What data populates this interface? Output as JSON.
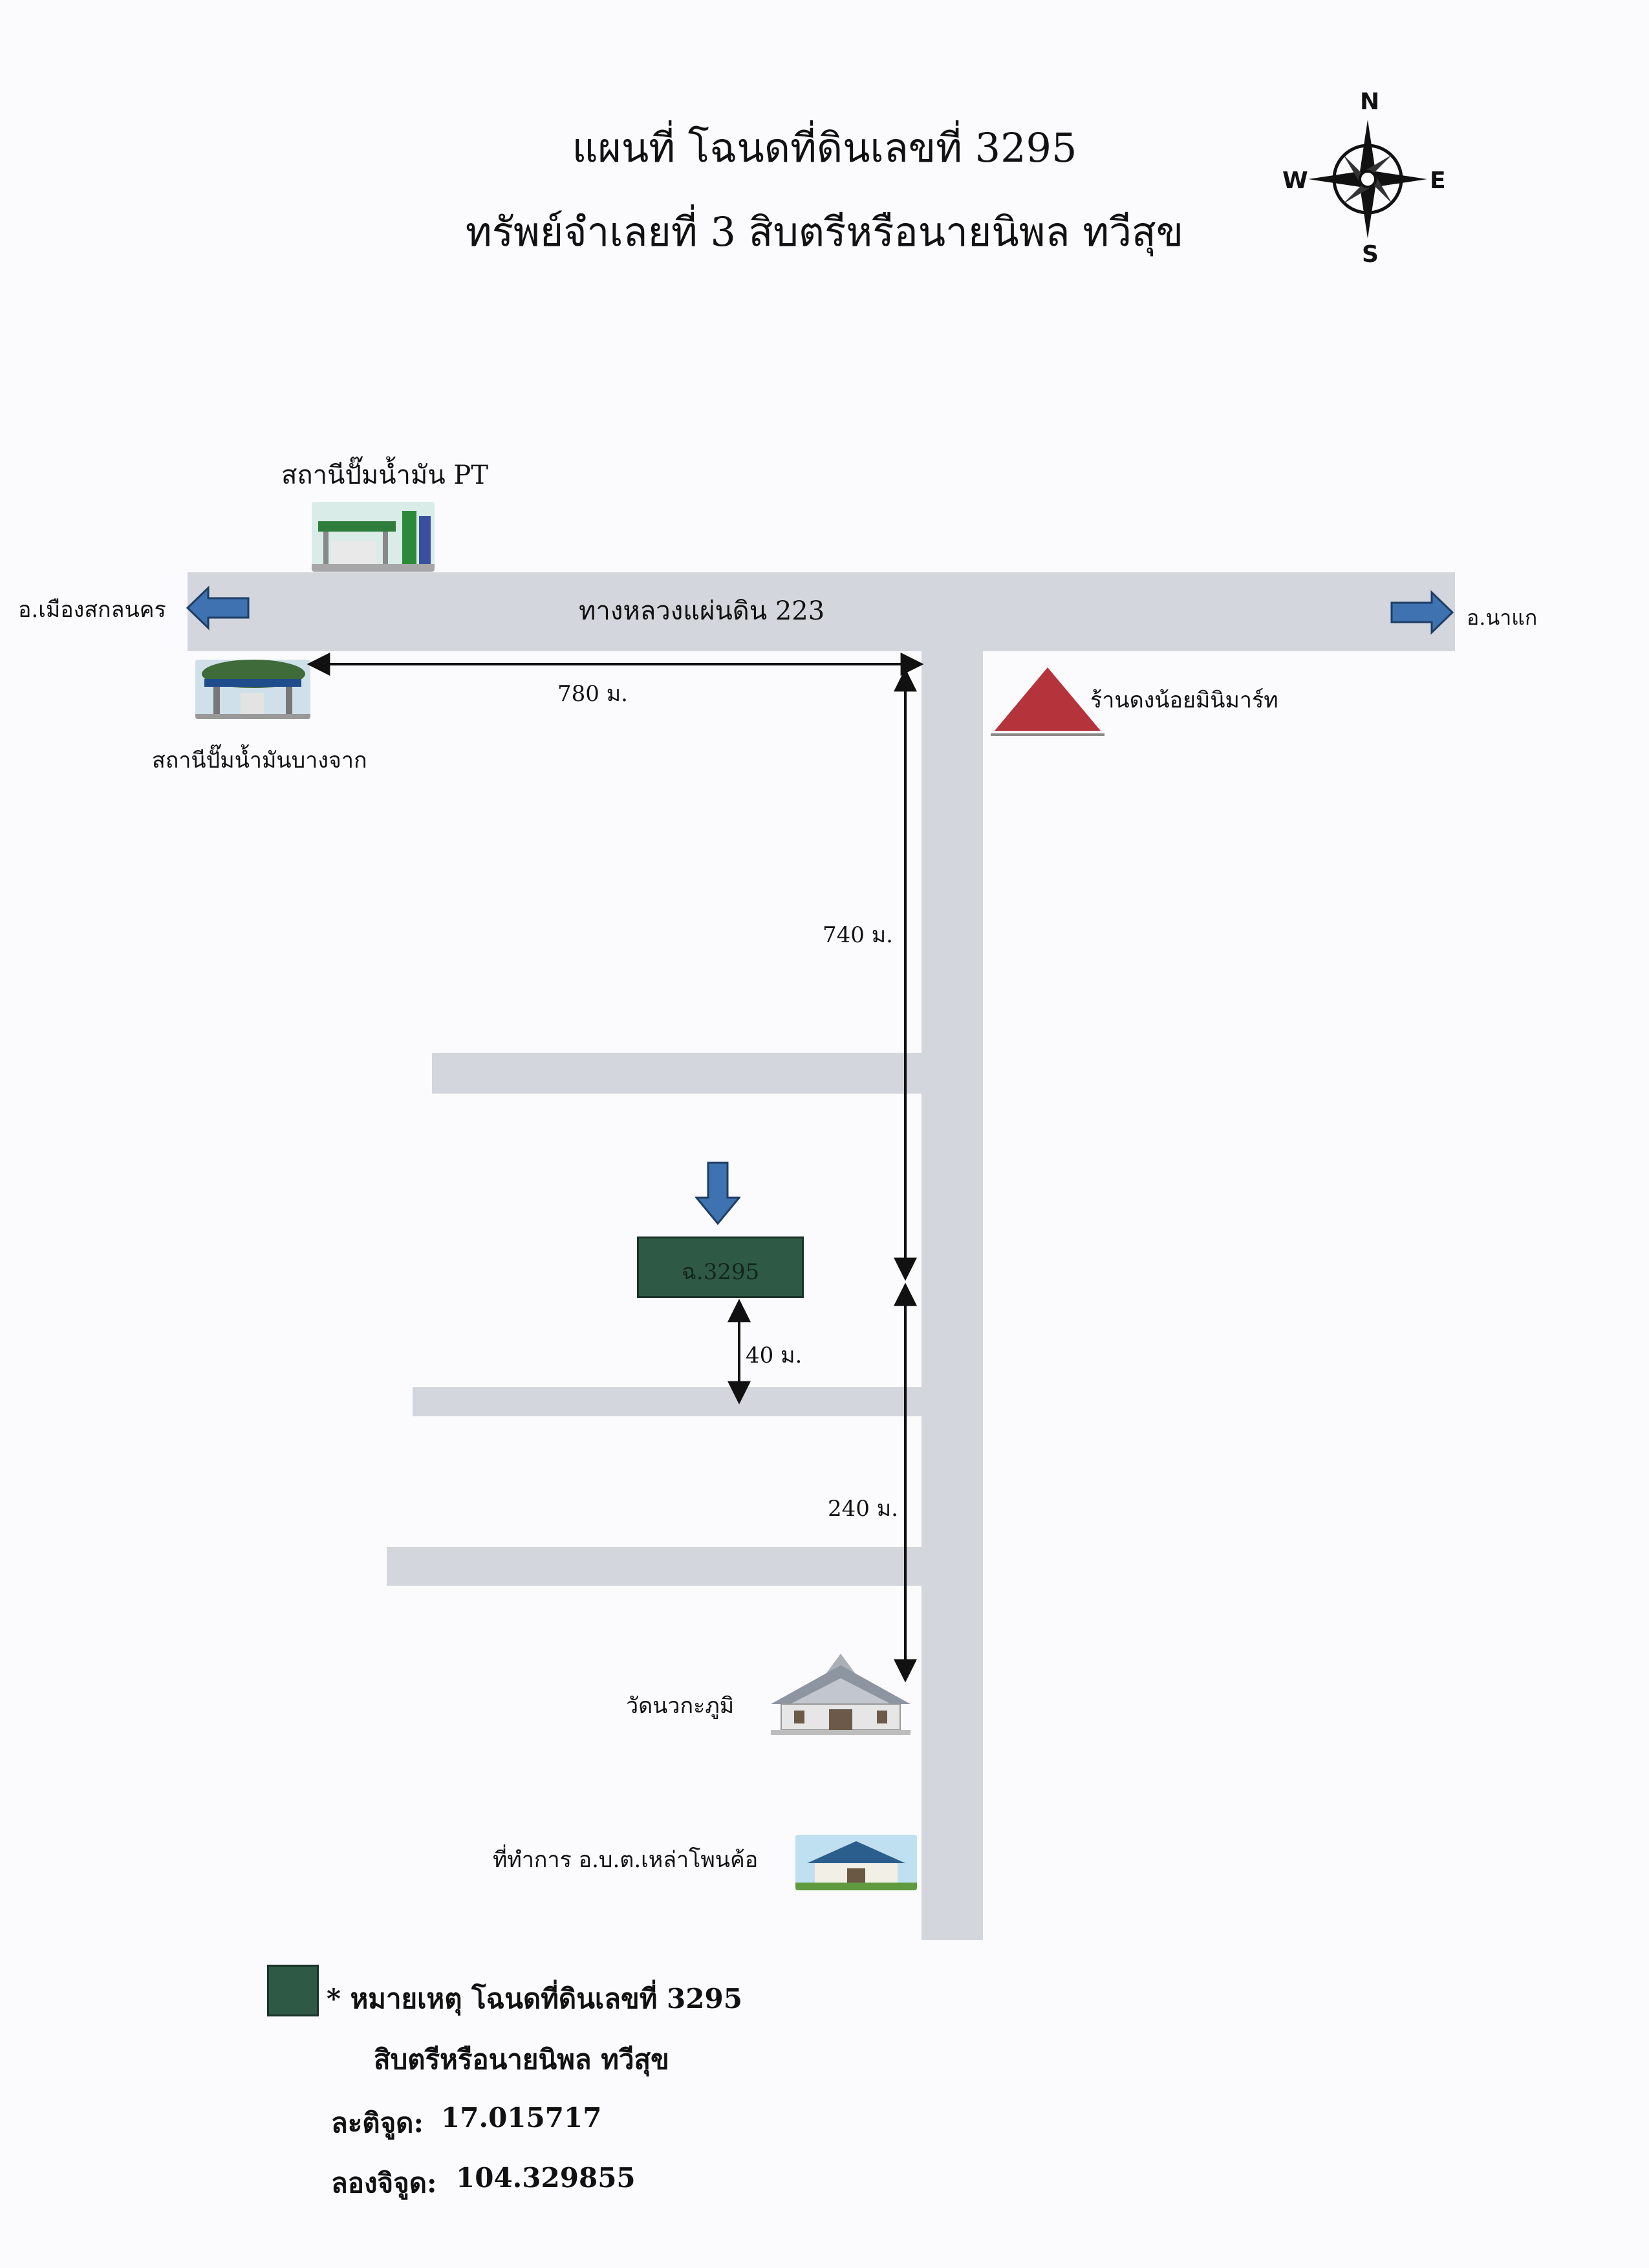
{
  "title": {
    "line1": "แผนที่ โฉนดที่ดินเลขที่  3295",
    "line2": "ทรัพย์จำเลยที่ 3 สิบตรีหรือนายนิพล ทวีสุข"
  },
  "compass": {
    "n": "N",
    "s": "S",
    "e": "E",
    "w": "W"
  },
  "roads": {
    "highway_label": "ทางหลวงแผ่นดิน 223"
  },
  "places": {
    "left_direction": "อ.เมืองสกลนคร",
    "right_direction": "อ.นาแก",
    "gas_station_pt": "สถานีปั๊มน้ำมัน PT",
    "gas_station_bangchak": "สถานีปั๊มน้ำมันบางจาก",
    "store": "ร้านดงน้อยมินิมาร์ท",
    "temple": "วัดนวกะภูมิ",
    "office": "ที่ทำการ อ.บ.ต.เหล่าโพนค้อ"
  },
  "distances": {
    "horizontal": "780 ม.",
    "vertical_upper": "740 ม.",
    "parcel_gap": "40 ม.",
    "vertical_lower": "240 ม."
  },
  "parcel": {
    "label": "ฉ.3295",
    "color": "#2e5a45"
  },
  "legend": {
    "note_line1": "* หมายเหตุ   โฉนดที่ดินเลขที่ 3295",
    "note_line2": "สิบตรีหรือนายนิพล ทวีสุข",
    "lat_label": "ละติจูด:",
    "lat_value": "17.015717",
    "lon_label": "ลองจิจูด:",
    "lon_value": "104.329855"
  },
  "colors": {
    "road": "#d3d6dc",
    "arrow_blue": "#3f72b0",
    "store_marker": "#b5333b",
    "parcel": "#2e5a45"
  },
  "icons": {
    "direction_arrows": "arrow-icon",
    "store_marker": "triangle-icon",
    "parcel_marker": "down-arrow-icon",
    "compass": "compass-rose-icon"
  }
}
